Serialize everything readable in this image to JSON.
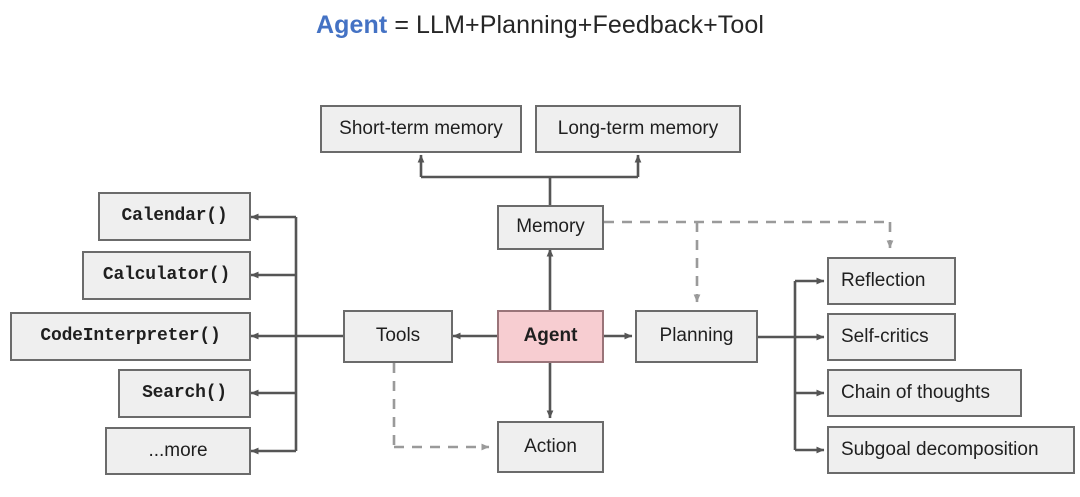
{
  "title": {
    "keyword": "Agent",
    "equation": "= LLM+Planning+Feedback+Tool",
    "keyword_color": "#4472c4",
    "text_color": "#262626"
  },
  "colors": {
    "node_fill": "#efefef",
    "node_border": "#6b6b6b",
    "agent_fill": "#f7cdd1",
    "agent_border": "#9a7479",
    "solid_edge": "#555555",
    "dashed_edge": "#9a9a9a",
    "background": "#ffffff"
  },
  "diagram": {
    "type": "block-diagram",
    "center_node": {
      "label": "Agent",
      "emphasis": "highlighted"
    },
    "branch_nodes": [
      {
        "label": "Memory",
        "direction": "up"
      },
      {
        "label": "Tools",
        "direction": "left"
      },
      {
        "label": "Planning",
        "direction": "right"
      },
      {
        "label": "Action",
        "direction": "down"
      }
    ],
    "memory_children": [
      {
        "label": "Short-term memory"
      },
      {
        "label": "Long-term memory"
      }
    ],
    "tools_children": [
      {
        "label": "Calendar()",
        "style": "mono"
      },
      {
        "label": "Calculator()",
        "style": "mono"
      },
      {
        "label": "CodeInterpreter()",
        "style": "mono"
      },
      {
        "label": "Search()",
        "style": "mono"
      },
      {
        "label": "...more",
        "style": "sans"
      }
    ],
    "planning_children": [
      {
        "label": "Reflection"
      },
      {
        "label": "Self-critics"
      },
      {
        "label": "Chain of thoughts"
      },
      {
        "label": "Subgoal decomposition"
      }
    ],
    "edges": [
      {
        "from": "Agent",
        "to": "Memory",
        "style": "solid",
        "arrow": "to"
      },
      {
        "from": "Agent",
        "to": "Tools",
        "style": "solid",
        "arrow": "to"
      },
      {
        "from": "Agent",
        "to": "Planning",
        "style": "solid",
        "arrow": "to"
      },
      {
        "from": "Agent",
        "to": "Action",
        "style": "solid",
        "arrow": "to"
      },
      {
        "from": "Memory",
        "to": "Short-term memory",
        "style": "solid",
        "arrow": "to"
      },
      {
        "from": "Memory",
        "to": "Long-term memory",
        "style": "solid",
        "arrow": "to"
      },
      {
        "from": "Tools",
        "to": "Calendar()",
        "style": "solid",
        "arrow": "to"
      },
      {
        "from": "Tools",
        "to": "Calculator()",
        "style": "solid",
        "arrow": "to"
      },
      {
        "from": "Tools",
        "to": "CodeInterpreter()",
        "style": "solid",
        "arrow": "to"
      },
      {
        "from": "Tools",
        "to": "Search()",
        "style": "solid",
        "arrow": "to"
      },
      {
        "from": "Tools",
        "to": "...more",
        "style": "solid",
        "arrow": "to"
      },
      {
        "from": "Planning",
        "to": "Reflection",
        "style": "solid",
        "arrow": "to"
      },
      {
        "from": "Planning",
        "to": "Self-critics",
        "style": "solid",
        "arrow": "to"
      },
      {
        "from": "Planning",
        "to": "Chain of thoughts",
        "style": "solid",
        "arrow": "to"
      },
      {
        "from": "Planning",
        "to": "Subgoal decomposition",
        "style": "solid",
        "arrow": "to"
      },
      {
        "from": "Memory",
        "to": "Planning",
        "style": "dashed",
        "arrow": "to"
      },
      {
        "from": "Memory",
        "to": "Reflection",
        "style": "dashed",
        "arrow": "to"
      },
      {
        "from": "Tools",
        "to": "Action",
        "style": "dashed",
        "arrow": "to"
      }
    ]
  }
}
